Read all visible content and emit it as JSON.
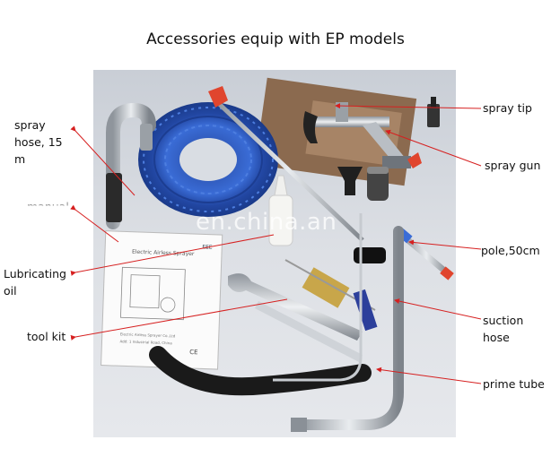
{
  "title": "Accessories equip with EP models",
  "watermark": "en.china.an",
  "labels": {
    "spray_hose_1": "spray",
    "spray_hose_2": "hose, 15",
    "spray_hose_3": "m",
    "manual": "manual",
    "lubricating_1": "Lubricating",
    "lubricating_2": "oil",
    "tool_kit": "tool kit",
    "spray_tip": "spray tip",
    "spray_gun": "spray gun",
    "pole": "pole,50cm",
    "suction_1": "suction",
    "suction_2": "hose",
    "prime_tube": "prime tube"
  },
  "manual_booklet": {
    "heading": "Electric Airless Sprayer",
    "logo": "EEE",
    "footer_1": "Electric Airless Sprayer Co.,Ltd",
    "footer_2": "Add: 1 Industrial Road, China",
    "ce_mark": "CE"
  },
  "colors": {
    "background": "#ffffff",
    "leader_line": "#d62020",
    "table_surface": "#d9dde3"
  }
}
